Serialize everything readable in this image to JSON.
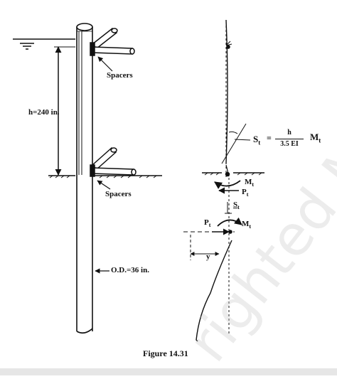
{
  "labels": {
    "spacers_top": "Spacers",
    "spacers_bottom": "Spacers",
    "height": "h=240 in.",
    "diameter": "O.D.=36 in.",
    "caption": "Figure 14.31",
    "st_main": "S",
    "st_sub": "t",
    "eq": "=",
    "frac_num": "h",
    "frac_den": "3.5 EI",
    "mt_main": "M",
    "mt_sub": "t",
    "mt1_main": "M",
    "mt1_sub": "t",
    "pt1_main": "P",
    "pt1_sub": "t",
    "st2_main": "S",
    "st2_sub": "t",
    "pt2_main": "P",
    "pt2_sub": "t",
    "mt2_main": "M",
    "mt2_sub": "t",
    "y": "y"
  },
  "watermark": "righted Material"
}
